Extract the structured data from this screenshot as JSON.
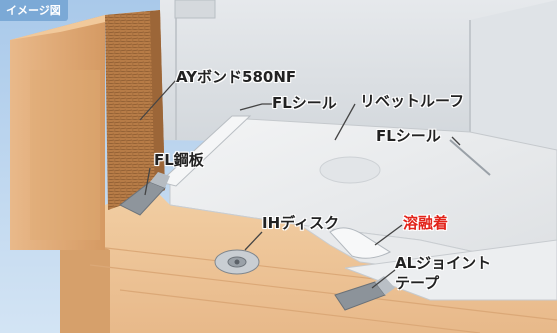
{
  "badge": "イメージ図",
  "labels": {
    "ay_bond": "AYボンド580NF",
    "fl_seal_left": "FLシール",
    "rivet_roof": "リベットルーフ",
    "fl_seal_right": "FLシール",
    "fl_steel_plate": "FL鋼板",
    "ih_disk": "IHディスク",
    "fusion": "溶融着",
    "al_joint_line1": "ALジョイント",
    "al_joint_line2": "テープ"
  },
  "colors": {
    "fusion_label": "#e2231a",
    "badge_bg": "#7ba9d6"
  }
}
